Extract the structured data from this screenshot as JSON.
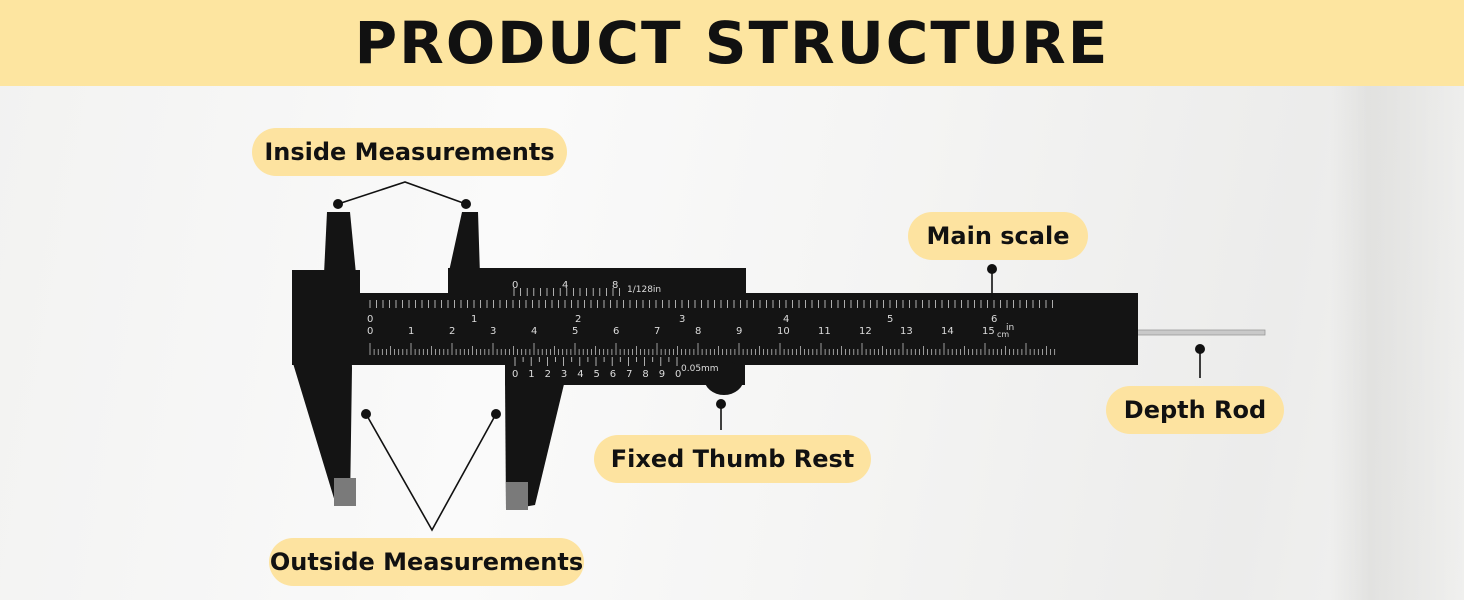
{
  "header": {
    "title": "PRODUCT STRUCTURE"
  },
  "callouts": {
    "inside_measurements": "Inside Measurements",
    "main_scale": "Main scale",
    "depth_rod": "Depth Rod",
    "fixed_thumb_rest": "Fixed Thumb Rest",
    "outside_measurements": "Outside Measurements"
  },
  "scale_labels": {
    "inch_fraction": "1/128in",
    "vernier_resolution": "0.05mm",
    "inch_unit": "in",
    "cm_unit": "cm",
    "top_vernier_numbers": [
      "0",
      "4",
      "8"
    ],
    "inch_numbers": [
      "0",
      "1",
      "2",
      "3",
      "4",
      "5",
      "6"
    ],
    "cm_numbers": [
      "0",
      "1",
      "2",
      "3",
      "4",
      "5",
      "6",
      "7",
      "8",
      "9",
      "10",
      "11",
      "12",
      "13",
      "14",
      "15"
    ],
    "vernier_numbers": [
      "0",
      "1",
      "2",
      "3",
      "4",
      "5",
      "6",
      "7",
      "8",
      "9",
      "0"
    ]
  },
  "colors": {
    "header_bg": "#fde5a0",
    "pill_bg": "#fde3a0",
    "caliper_body": "#141414",
    "scale_marks": "#d9d9d9"
  }
}
